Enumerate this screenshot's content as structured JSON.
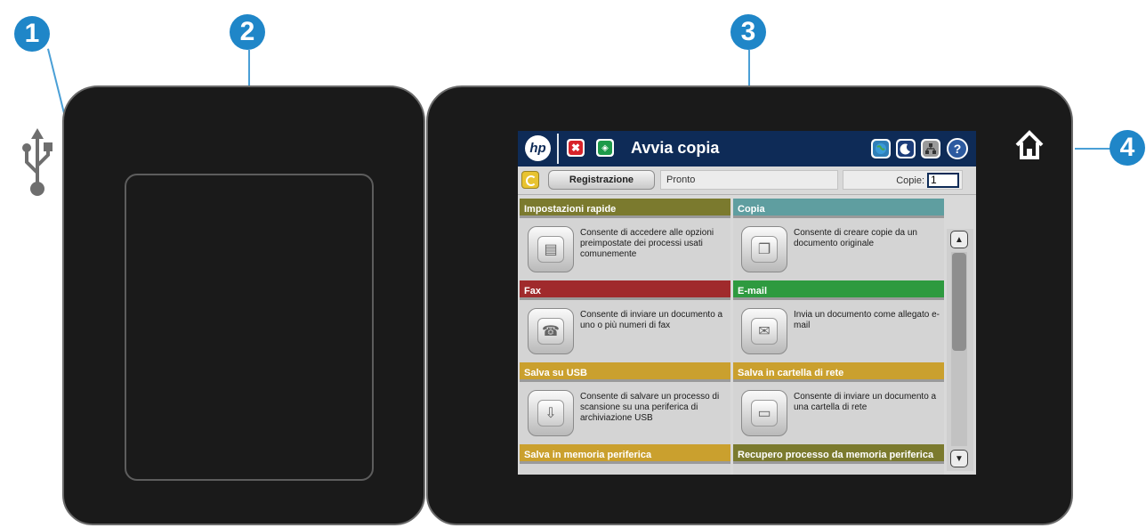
{
  "callouts": [
    "1",
    "2",
    "3",
    "4"
  ],
  "screen": {
    "title": "Avvia copia",
    "logo": "hp",
    "stop_icon": "✖",
    "start_icon": "◈",
    "signin_label": "Registrazione",
    "status_text": "Pronto",
    "copies_label": "Copie:",
    "copies_value": "1",
    "help_symbol": "?",
    "tiles": [
      {
        "title": "Impostazioni rapide",
        "desc": "Consente di accedere alle opzioni preimpostate dei processi usati comunemente",
        "color": "#7b7a2e",
        "icon": "quick-sets-icon",
        "glyph": "▤"
      },
      {
        "title": "Copia",
        "desc": "Consente di creare copie da un documento originale",
        "color": "#5f9ea0",
        "icon": "copy-icon",
        "glyph": "❐"
      },
      {
        "title": "Fax",
        "desc": "Consente di inviare un documento a uno o più numeri di fax",
        "color": "#a02a2c",
        "icon": "fax-icon",
        "glyph": "☎"
      },
      {
        "title": "E-mail",
        "desc": "Invia un documento come allegato e-mail",
        "color": "#2e9a3f",
        "icon": "email-icon",
        "glyph": "✉"
      },
      {
        "title": "Salva su USB",
        "desc": "Consente di salvare un processo di scansione su una periferica di archiviazione USB",
        "color": "#caa02e",
        "icon": "save-usb-icon",
        "glyph": "⇩"
      },
      {
        "title": "Salva in cartella di rete",
        "desc": "Consente di inviare un documento a una cartella di rete",
        "color": "#caa02e",
        "icon": "network-folder-icon",
        "glyph": "▭"
      },
      {
        "title": "Salva in memoria periferica",
        "desc": "",
        "color": "#caa02e",
        "icon": "",
        "glyph": ""
      },
      {
        "title": "Recupero processo da memoria periferica",
        "desc": "",
        "color": "#7b7a2e",
        "icon": "",
        "glyph": ""
      }
    ]
  },
  "colors": {
    "callout": "#1f86c8",
    "titlebar": "#0e2b57",
    "panel": "#1a1a1a"
  }
}
